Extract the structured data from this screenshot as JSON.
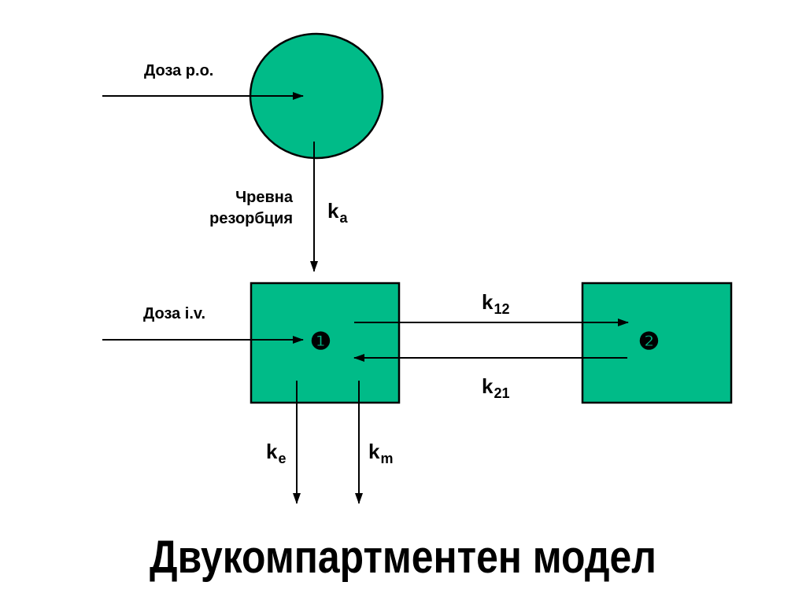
{
  "labels": {
    "dose_po": "Доза p.o.",
    "dose_iv": "Доза i.v.",
    "absorption_line1": "Чревна",
    "absorption_line2": "резорбция"
  },
  "rate_constants": {
    "ka": {
      "symbol": "k",
      "subscript": "a"
    },
    "k12": {
      "symbol": "k",
      "subscript": "12"
    },
    "k21": {
      "symbol": "k",
      "subscript": "21"
    },
    "ke": {
      "symbol": "k",
      "subscript": "e"
    },
    "km": {
      "symbol": "k",
      "subscript": "m"
    }
  },
  "compartments": {
    "central_marker": "❶",
    "peripheral_marker": "❷"
  },
  "title": "Двукомпартментен модел",
  "colors": {
    "compartment_fill": "#00BB88",
    "stroke": "#000000",
    "background": "#FFFFFF"
  }
}
